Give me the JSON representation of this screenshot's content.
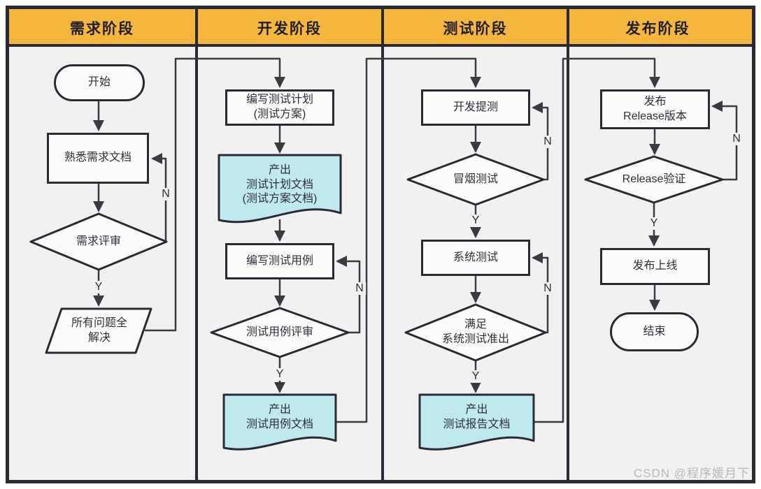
{
  "diagram": {
    "watermark": "CSDN @程序媛月下",
    "labels": {
      "yes": "Y",
      "no": "N"
    },
    "columns": [
      {
        "header": "需求阶段"
      },
      {
        "header": "开发阶段"
      },
      {
        "header": "测试阶段"
      },
      {
        "header": "发布阶段"
      }
    ],
    "nodes": {
      "start": "开始",
      "study_req_doc": "熟悉需求文档",
      "req_review": "需求评审",
      "all_issues_resolved": "所有问题全\n解决",
      "write_test_plan": "编写测试计划\n(测试方案)",
      "test_plan_doc": "产出\n测试计划文档\n(测试方案文档)",
      "write_test_cases": "编写测试用例",
      "test_case_review": "测试用例评审",
      "test_case_doc": "产出\n测试用例文档",
      "dev_submit": "开发提测",
      "smoke_test": "冒烟测试",
      "system_test": "系统测试",
      "exit_criteria": "满足\n系统测试准出",
      "test_report_doc": "产出\n测试报告文档",
      "release_version": "发布\nRelease版本",
      "release_verify": "Release验证",
      "go_live": "发布上线",
      "end": "结束"
    }
  },
  "colors": {
    "header-bg": "#F5B63E",
    "border-dark": "#2A2A35",
    "canvas-bg": "#F1F1F2",
    "shape-fill": "#FCFCFD",
    "doc-fill": "#BFE9EE",
    "line-color": "#3A3A43",
    "text-dark": "#2E2E36",
    "watermark-color": "#B9B9B9"
  }
}
